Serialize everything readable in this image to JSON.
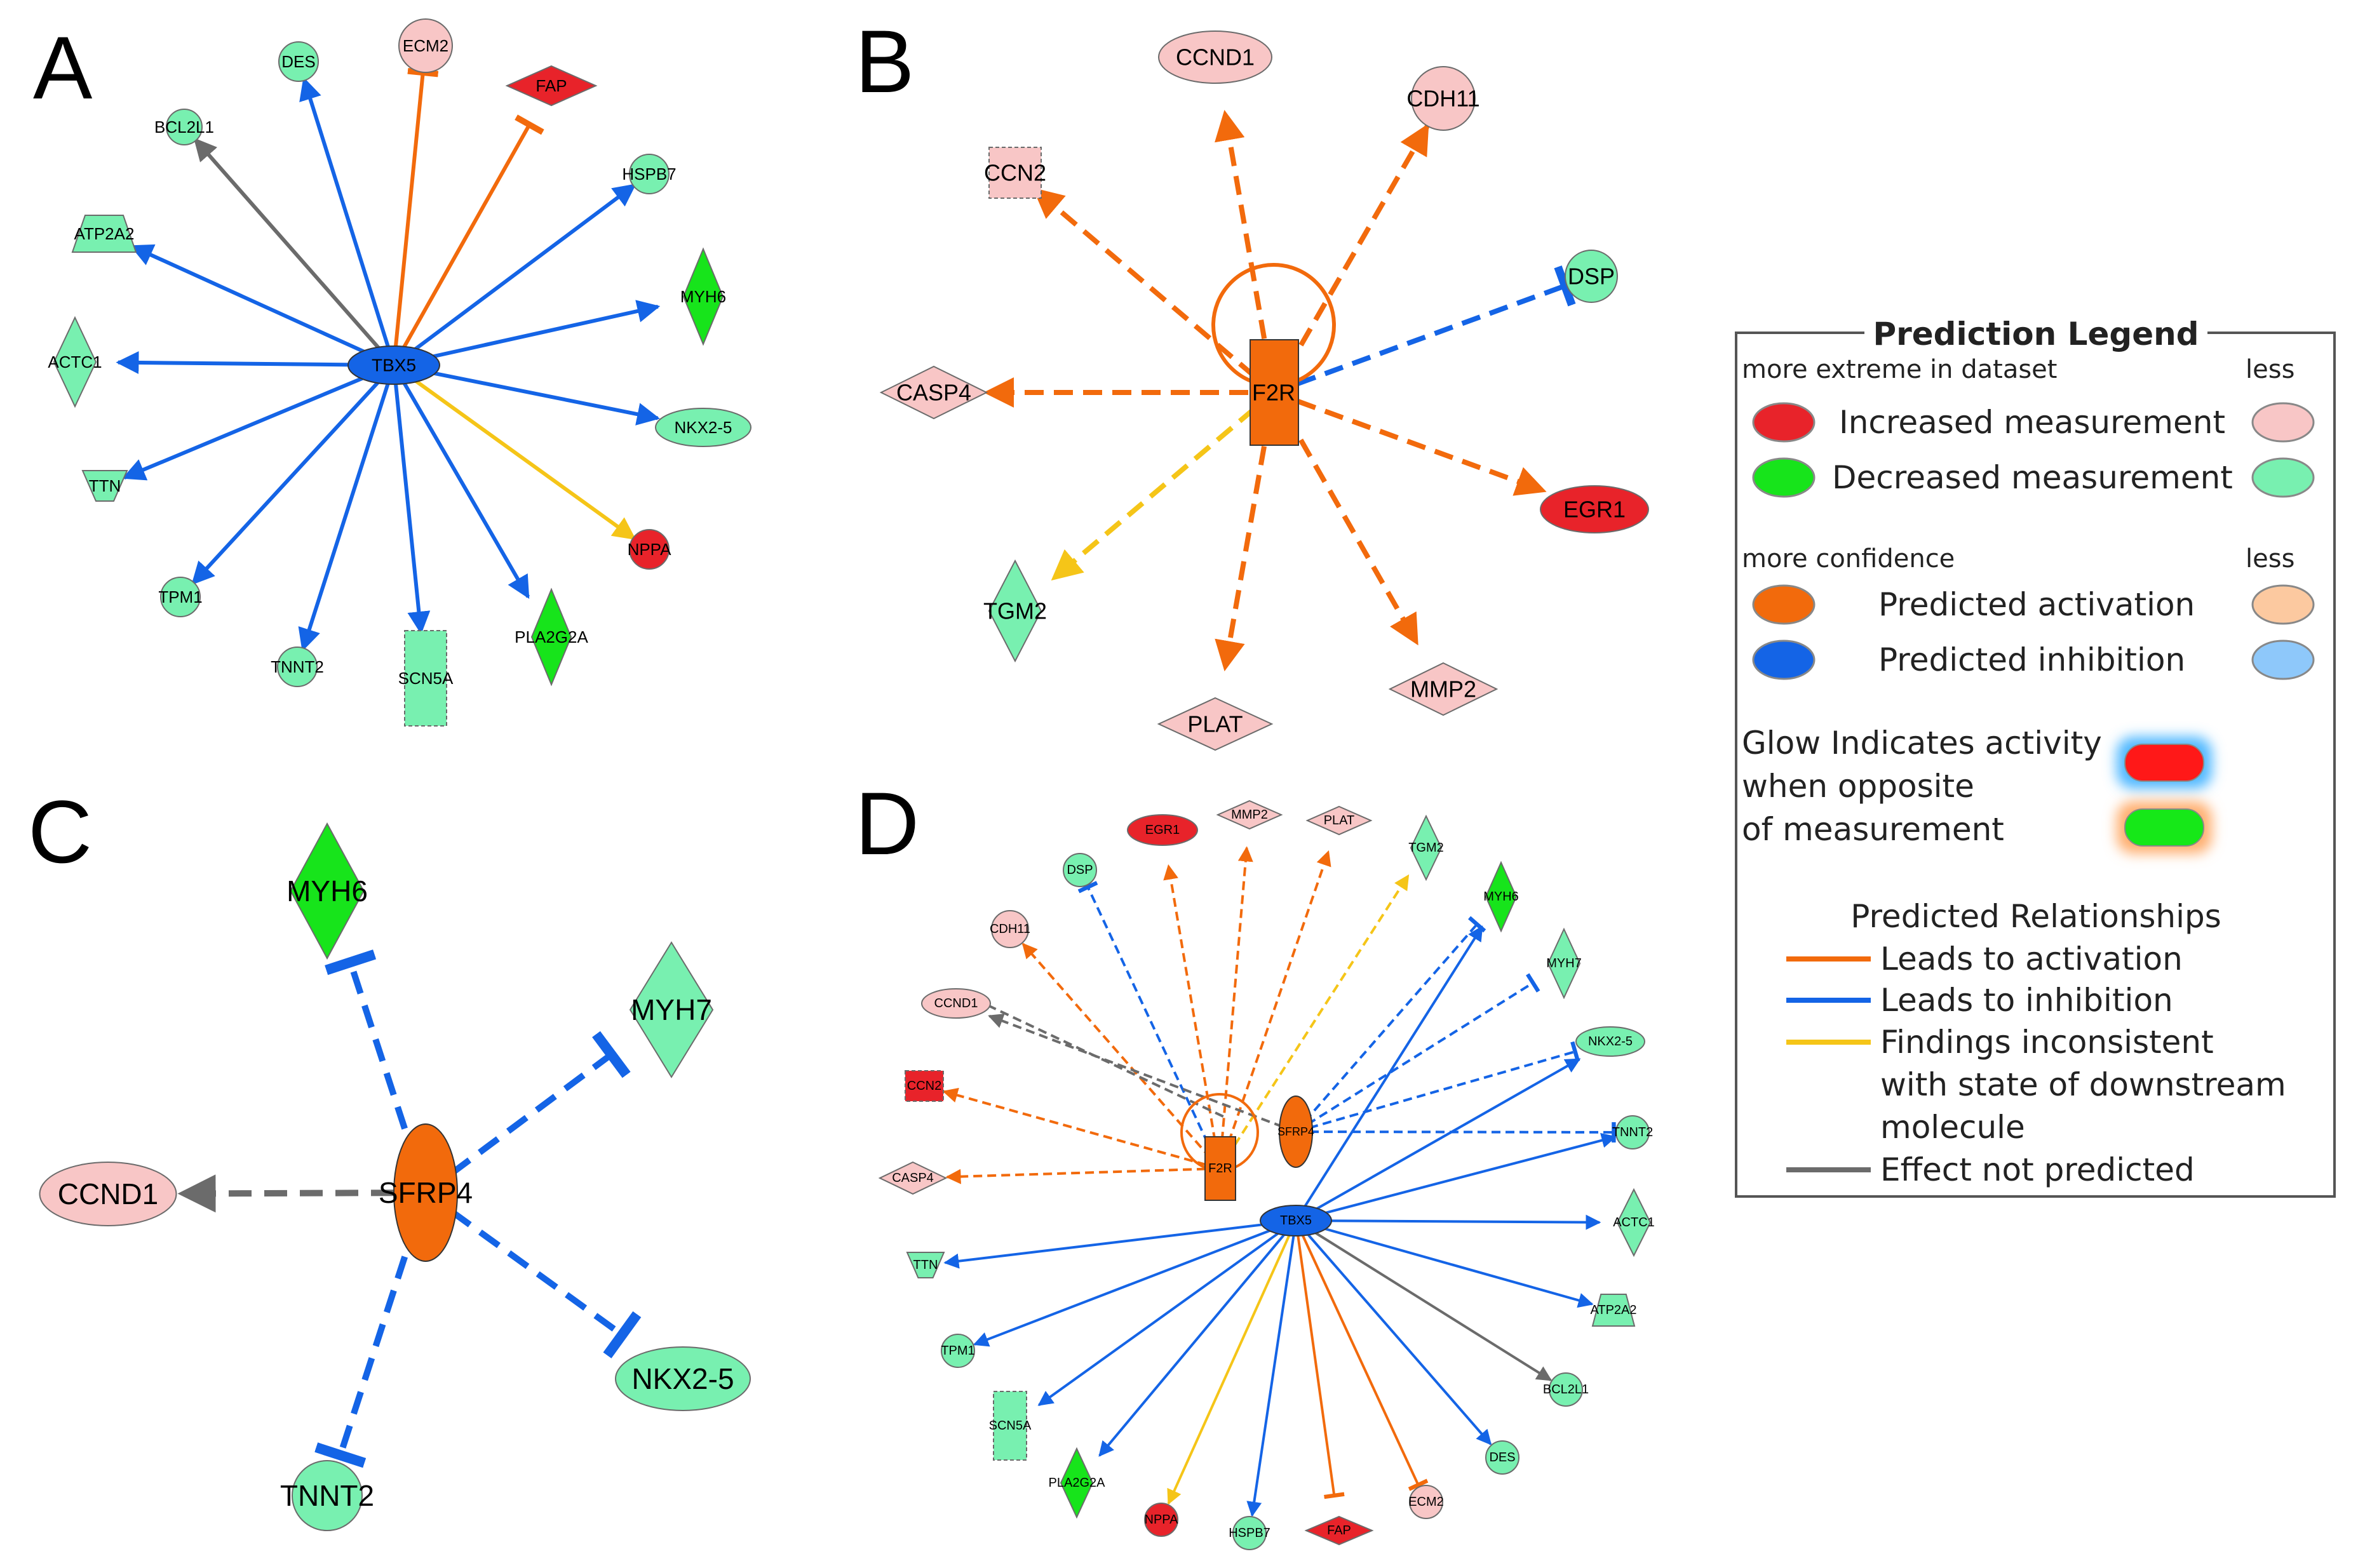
{
  "colors": {
    "up_dark": "#e8232a",
    "up_light": "#f8c6c6",
    "down_dark": "#17e41b",
    "down_light": "#78f0b0",
    "activation": "#f26a0c",
    "inhibition": "#1464e6",
    "inconsistent": "#f5c518",
    "not_predicted": "#6b6b6b"
  },
  "panels": {
    "A": {
      "label": "A",
      "hub": "TBX5",
      "nodes": [
        "DES",
        "ECM2",
        "FAP",
        "BCL2L1",
        "HSPB7",
        "ATP2A2",
        "MYH6",
        "ACTC1",
        "NKX2-5",
        "TTN",
        "NPPA",
        "TPM1",
        "TNNT2",
        "SCN5A",
        "PLA2G2A"
      ]
    },
    "B": {
      "label": "B",
      "hub": "F2R",
      "nodes": [
        "CCND1",
        "CDH11",
        "CCN2",
        "DSP",
        "CASP4",
        "EGR1",
        "TGM2",
        "MMP2",
        "PLAT"
      ]
    },
    "C": {
      "label": "C",
      "hub": "SFRP4",
      "nodes": [
        "MYH6",
        "MYH7",
        "CCND1",
        "NKX2-5",
        "TNNT2"
      ]
    },
    "D": {
      "label": "D",
      "hubs": [
        "F2R",
        "SFRP4",
        "TBX5"
      ],
      "nodes": [
        "EGR1",
        "MMP2",
        "PLAT",
        "TGM2",
        "DSP",
        "MYH6",
        "CDH11",
        "MYH7",
        "CCND1",
        "NKX2-5",
        "CCN2",
        "TNNT2",
        "CASP4",
        "ACTC1",
        "TTN",
        "ATP2A2",
        "TPM1",
        "BCL2L1",
        "SCN5A",
        "DES",
        "PLA2G2A",
        "NPPA",
        "HSPB7",
        "FAP",
        "ECM2"
      ]
    }
  },
  "legend": {
    "title": "Prediction Legend",
    "extreme_label": "more extreme in dataset",
    "less_label": "less",
    "increased": "Increased measurement",
    "decreased": "Decreased measurement",
    "confidence_label": "more confidence",
    "less_label2": "less",
    "activation": "Predicted activation",
    "inhibition": "Predicted inhibition",
    "glow_line1": "Glow Indicates activity",
    "glow_line2": "when opposite",
    "glow_line3": "of measurement",
    "relationships_title": "Predicted Relationships",
    "rel_activation": "Leads to activation",
    "rel_inhibition": "Leads to inhibition",
    "rel_inconsistent_1": "Findings inconsistent",
    "rel_inconsistent_2": "with state of downstream",
    "rel_inconsistent_3": "molecule",
    "rel_not_predicted": "Effect not predicted"
  }
}
